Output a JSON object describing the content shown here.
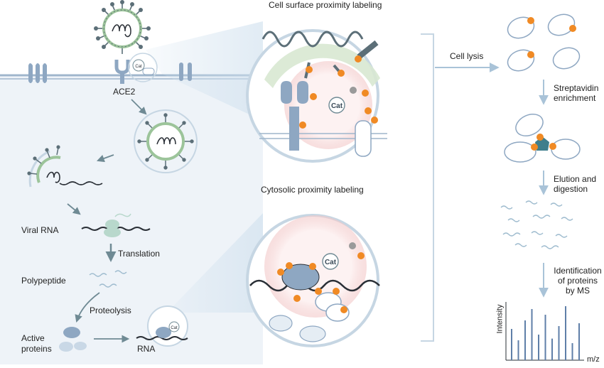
{
  "labels": {
    "ace2": "ACE2",
    "viral_rna": "Viral RNA",
    "translation": "Translation",
    "polypeptide": "Polypeptide",
    "proteolysis": "Proteolysis",
    "active_proteins_line1": "Active",
    "active_proteins_line2": "proteins",
    "rna": "RNA",
    "cell_surface_title": "Cell surface proximity labeling",
    "cytosolic_title": "Cytosolic proximity labeling",
    "cell_lysis": "Cell lysis",
    "streptavidin_line1": "Streptavidin",
    "streptavidin_line2": "enrichment",
    "elution_line1": "Elution and",
    "elution_line2": "digestion",
    "identification_line1": "Identification",
    "identification_line2": "of proteins",
    "identification_line3": "by MS",
    "intensity_axis": "Intensity",
    "mz_axis": "m/z",
    "cat_enzyme": "Cat"
  },
  "colors": {
    "cell_fill": "#eef3f8",
    "membrane": "#9fb6cc",
    "virus_shell": "#d8e8d2",
    "virus_spike": "#5c6f78",
    "protein_blue": "#8ea7c2",
    "protein_light": "#c9d8e6",
    "biotin_orange": "#f08a24",
    "arrow": "#6f8a94",
    "rna_dark": "#2a2f36",
    "ms_peak": "#5f7fa8",
    "halo_pink": "#f2c8c8"
  },
  "ms_spectrum": {
    "peaks": [
      0.55,
      0.35,
      0.7,
      0.9,
      0.45,
      0.8,
      0.38,
      0.6,
      0.95,
      0.3,
      0.65
    ]
  }
}
